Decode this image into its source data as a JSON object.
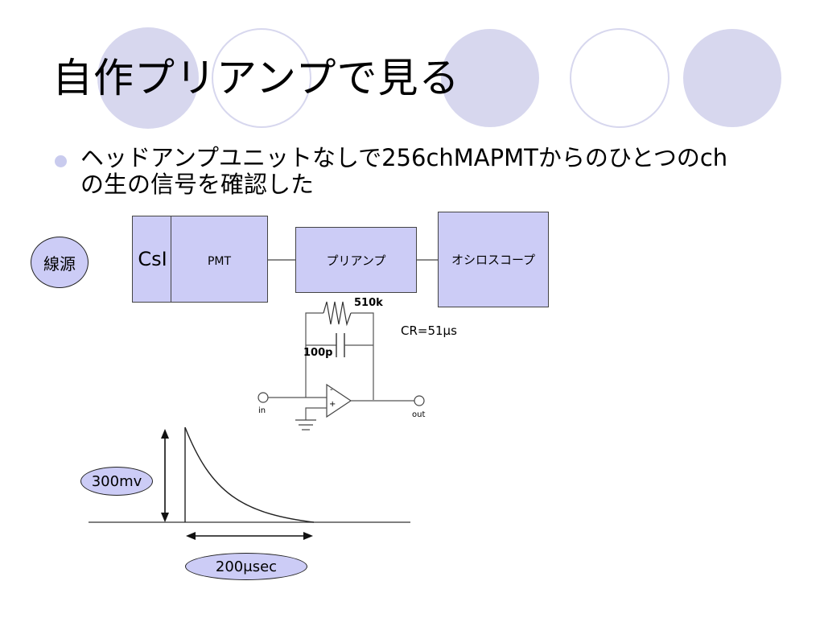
{
  "slide": {
    "title": "自作プリアンプで見る",
    "bullet": "ヘッドアンプユニットなしで256chMAPMTからのひとつのch\nの生の信号を確認した"
  },
  "diagram": {
    "source": "線源",
    "csi": "CsI",
    "pmt": "PMT",
    "preamp": "プリアンプ",
    "oscilloscope": "オシロスコープ"
  },
  "circuit": {
    "resistor": "510k",
    "capacitor": "100p",
    "time_constant": "CR=51μs",
    "input": "in",
    "output": "out",
    "minus": "-",
    "plus": "+"
  },
  "waveform": {
    "amplitude": "300mv",
    "duration": "200μsec"
  },
  "colors": {
    "box_fill": "#ccccf6",
    "decor_fill": "#d7d7ee",
    "bullet": "#c9cbee"
  }
}
